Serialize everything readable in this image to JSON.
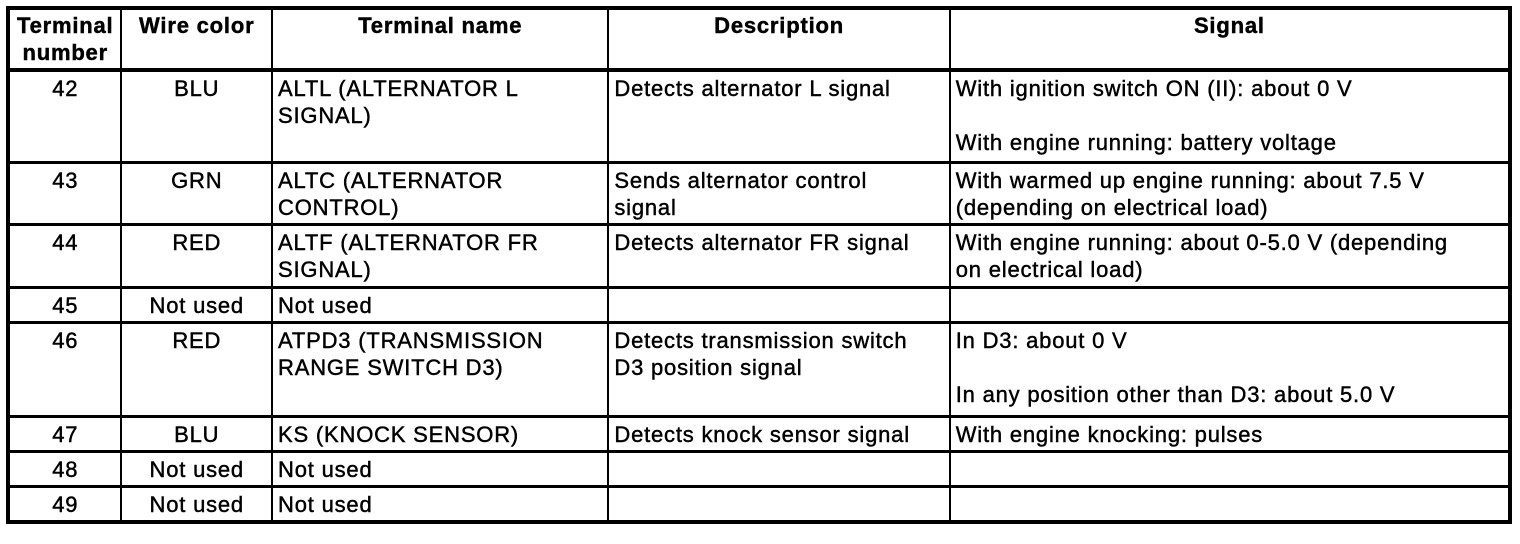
{
  "colors": {
    "background": "#ffffff",
    "text": "#000000",
    "border": "#000000"
  },
  "table": {
    "columns": [
      {
        "key": "terminal",
        "label": "Terminal\nnumber"
      },
      {
        "key": "wire",
        "label": "Wire color"
      },
      {
        "key": "name",
        "label": "Terminal name"
      },
      {
        "key": "desc",
        "label": "Description"
      },
      {
        "key": "signal",
        "label": "Signal"
      }
    ],
    "rows": [
      {
        "terminal": "42",
        "wire": "BLU",
        "name": "ALTL (ALTERNATOR L\nSIGNAL)",
        "desc": "Detects alternator L signal",
        "signal": "With ignition switch ON (II): about 0 V\n\nWith engine running: battery voltage"
      },
      {
        "terminal": "43",
        "wire": "GRN",
        "name": "ALTC (ALTERNATOR\nCONTROL)",
        "desc": "Sends alternator control\nsignal",
        "signal": "With warmed up engine running: about 7.5 V\n(depending on electrical load)"
      },
      {
        "terminal": "44",
        "wire": "RED",
        "name": "ALTF (ALTERNATOR FR\nSIGNAL)",
        "desc": "Detects alternator FR signal",
        "signal": "With engine running: about 0-5.0 V (depending\non electrical load)"
      },
      {
        "terminal": "45",
        "wire": "Not used",
        "name": "Not used",
        "desc": "",
        "signal": ""
      },
      {
        "terminal": "46",
        "wire": "RED",
        "name": "ATPD3 (TRANSMISSION\nRANGE SWITCH D3)",
        "desc": "Detects transmission switch\nD3 position signal",
        "signal": "In D3: about 0 V\n\nIn any position other than D3: about 5.0 V"
      },
      {
        "terminal": "47",
        "wire": "BLU",
        "name": "KS (KNOCK SENSOR)",
        "desc": "Detects knock sensor signal",
        "signal": "With engine knocking: pulses"
      },
      {
        "terminal": "48",
        "wire": "Not used",
        "name": "Not used",
        "desc": "",
        "signal": ""
      },
      {
        "terminal": "49",
        "wire": "Not used",
        "name": "Not used",
        "desc": "",
        "signal": ""
      }
    ]
  }
}
